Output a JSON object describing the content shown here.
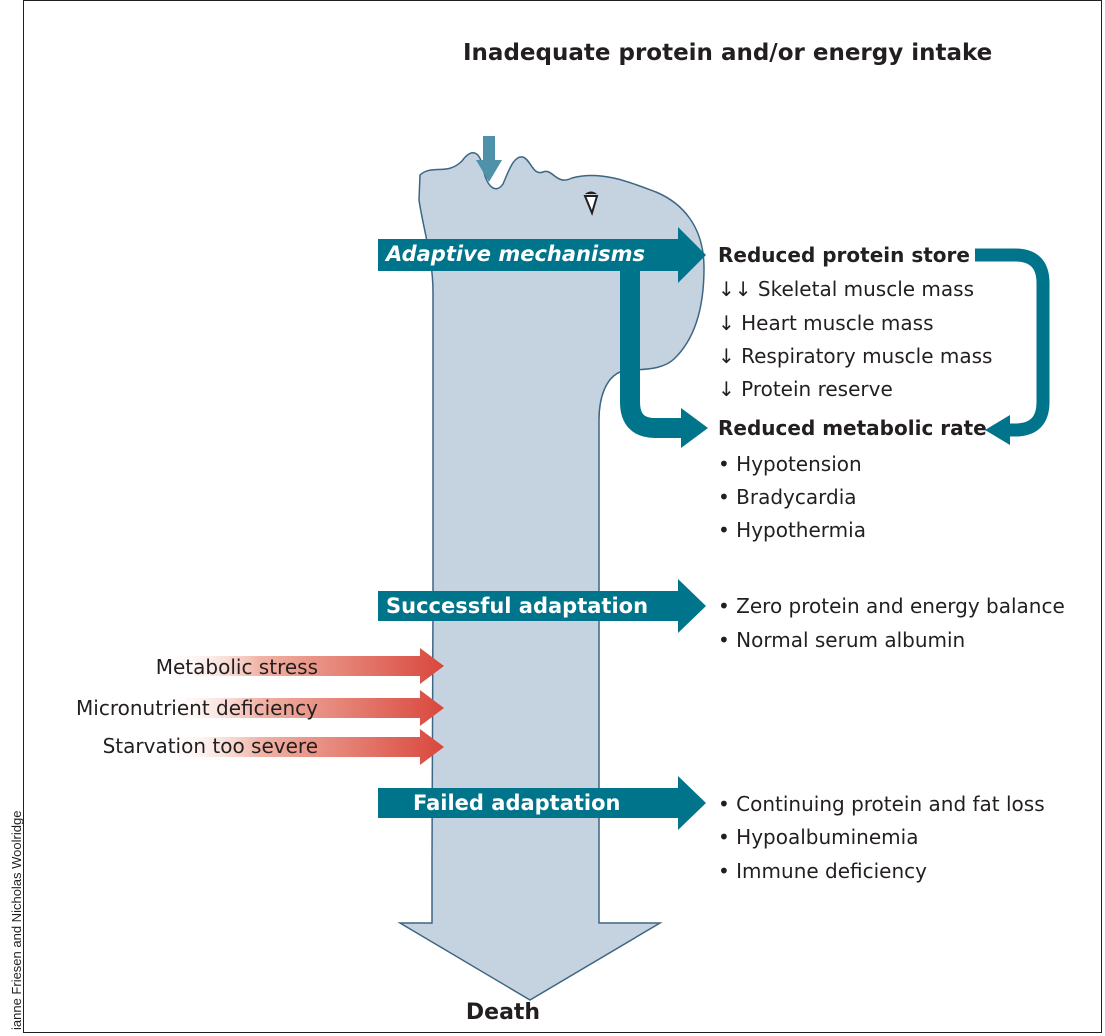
{
  "title": "Inadequate protein and/or energy intake",
  "outcome": "Death",
  "credit": "ianne Friesen and Nicholas Woolridge",
  "colors": {
    "body": "#c5d3e1",
    "outline": "#3d6684",
    "teal": "#00748a",
    "stress": "#d9473d",
    "intake_arrow": "#4e91a8"
  },
  "stages": {
    "adaptive": "Adaptive mechanisms",
    "successful": "Successful adaptation",
    "failed": "Failed adaptation"
  },
  "protein_store": {
    "heading": "Reduced protein store",
    "items": [
      "↓↓ Skeletal muscle mass",
      "↓ Heart muscle mass",
      "↓ Respiratory muscle mass",
      "↓ Protein reserve"
    ]
  },
  "metabolic_rate": {
    "heading": "Reduced metabolic rate",
    "items": [
      "• Hypotension",
      "• Bradycardia",
      "• Hypothermia"
    ]
  },
  "successful_outcomes": [
    "• Zero protein and energy balance",
    "• Normal serum albumin"
  ],
  "failed_outcomes": [
    "• Continuing protein and fat loss",
    "• Hypoalbuminemia",
    "• Immune deficiency"
  ],
  "stressors": [
    "Metabolic stress",
    "Micronutrient deficiency",
    "Starvation too severe"
  ]
}
